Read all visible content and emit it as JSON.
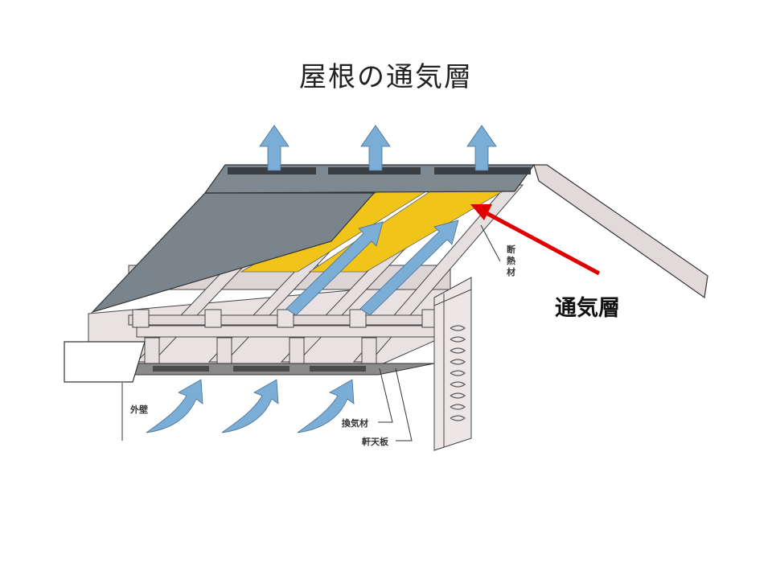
{
  "title": "屋根の通気層",
  "labels": {
    "ventilation_layer": "通気層",
    "insulation": "断熱材",
    "outer_wall": "外壁",
    "vent_material": "換気材",
    "soffit_board": "軒天板"
  },
  "colors": {
    "roof": "#7a848c",
    "insulation": "#f0c419",
    "airflow_arrow": "#7aaed6",
    "pointer_arrow": "#e00000",
    "structure": "#e2dada",
    "outline": "#333333"
  }
}
